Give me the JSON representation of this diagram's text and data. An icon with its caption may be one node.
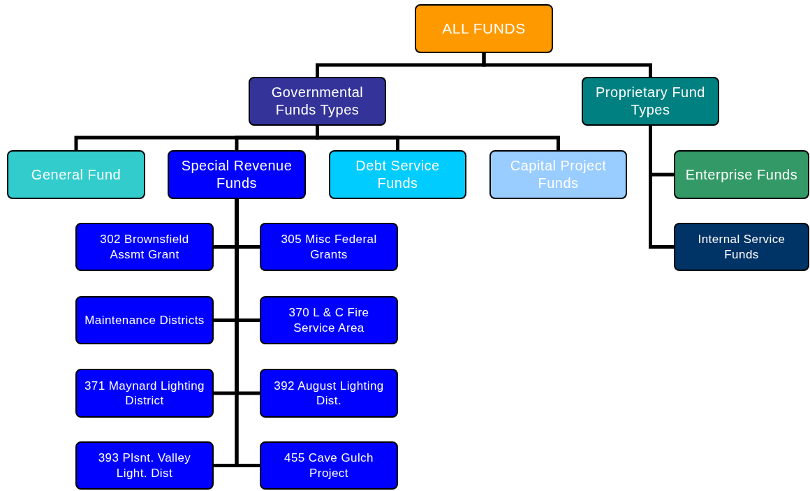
{
  "diagram": {
    "nodes": [
      {
        "text": [
          "ALL FUNDS"
        ]
      },
      {
        "text": [
          "Governmental Funds Types"
        ]
      },
      {
        "text": [
          "Proprietary Fund Types"
        ]
      },
      {
        "text": [
          "General Fund"
        ]
      },
      {
        "text": [
          "Special Revenue Funds"
        ]
      },
      {
        "text": [
          "Debt Service Funds"
        ]
      },
      {
        "text": [
          "Capital Project Funds"
        ]
      },
      {
        "text": [
          "Enterprise Funds"
        ]
      },
      {
        "text": [
          "Internal Service Funds"
        ]
      },
      {
        "text": [
          "302 Brownsfield Assmt Grant"
        ]
      },
      {
        "text": [
          "305 Misc Federal Grants"
        ]
      },
      {
        "text": [
          "Maintenance Districts"
        ]
      },
      {
        "text": [
          "370 L & C Fire Service Area"
        ]
      },
      {
        "text": [
          "371 Maynard Lighting District"
        ]
      },
      {
        "text": [
          "392 August Lighting Dist."
        ]
      },
      {
        "text": [
          "393 Plsnt. Valley Light. Dist"
        ]
      },
      {
        "text": [
          "455 Cave Gulch Project"
        ]
      }
    ],
    "edges": [
      {
        "from": 0,
        "to": 1,
        "arrow": "none"
      },
      {
        "from": 0,
        "to": 2,
        "arrow": "none"
      },
      {
        "from": 1,
        "to": 3,
        "arrow": "none"
      },
      {
        "from": 1,
        "to": 4,
        "arrow": "none"
      },
      {
        "from": 1,
        "to": 5,
        "arrow": "none"
      },
      {
        "from": 1,
        "to": 6,
        "arrow": "none"
      },
      {
        "from": 2,
        "to": 7,
        "arrow": "none"
      },
      {
        "from": 2,
        "to": 8,
        "arrow": "none"
      },
      {
        "from": 4,
        "to": 9,
        "arrow": "none"
      },
      {
        "from": 4,
        "to": 10,
        "arrow": "none"
      },
      {
        "from": 4,
        "to": 11,
        "arrow": "none"
      },
      {
        "from": 4,
        "to": 12,
        "arrow": "none"
      },
      {
        "from": 4,
        "to": 13,
        "arrow": "none"
      },
      {
        "from": 4,
        "to": 14,
        "arrow": "none"
      },
      {
        "from": 4,
        "to": 15,
        "arrow": "none"
      },
      {
        "from": 4,
        "to": 16,
        "arrow": "none"
      }
    ]
  }
}
